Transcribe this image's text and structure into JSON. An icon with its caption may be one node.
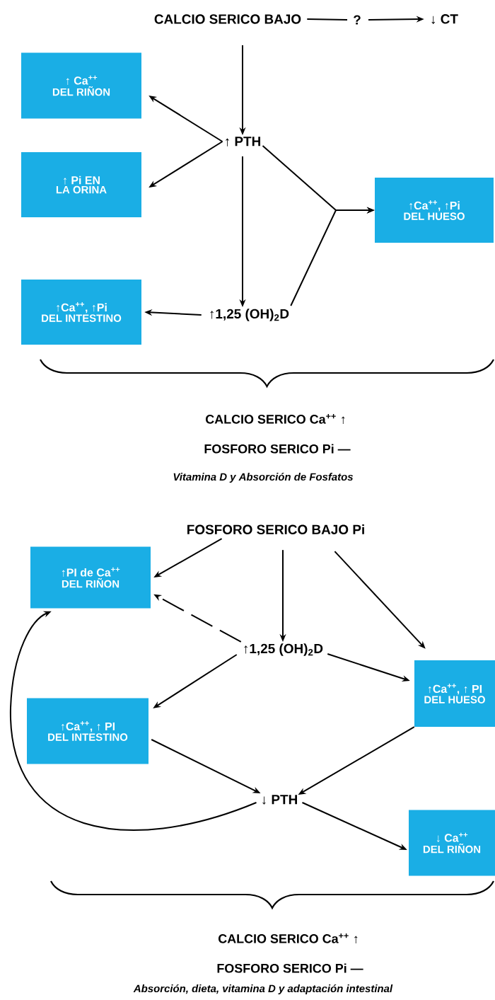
{
  "diagram": {
    "nodes": [
      {
        "text": [
          "CALCIO SERICO BAJO"
        ]
      },
      {
        "text": [
          "?"
        ]
      },
      {
        "text": [
          "↓ CT"
        ]
      },
      {
        "text": [
          "↑ Ca$^{++}$",
          "DEL RIÑON"
        ]
      },
      {
        "text": [
          "↑ PTH"
        ]
      },
      {
        "text": [
          "↑ Pi EN",
          "LA ORINA"
        ]
      },
      {
        "text": [
          "↑Ca$^{++}$, ↑Pi",
          "DEL HUESO"
        ]
      },
      {
        "text": [
          "↑1,25 (OH)$_{2}$D"
        ]
      },
      {
        "text": [
          "↑Ca$^{++}$, ↑Pi",
          "DEL INTESTINO"
        ]
      },
      {
        "text": [
          "FOSFORO SERICO BAJO Pi"
        ]
      },
      {
        "text": [
          "↑PI de Ca$^{++}$",
          "DEL RIÑON"
        ]
      },
      {
        "text": [
          "↑1,25 (OH)$_{2}$D"
        ]
      },
      {
        "text": [
          "↑Ca$^{++}$, ↑ PI",
          "DEL HUESO"
        ]
      },
      {
        "text": [
          "↑Ca$^{++}$, ↑ PI",
          "DEL INTESTINO"
        ]
      },
      {
        "text": [
          "↓ PTH"
        ]
      },
      {
        "text": [
          "↓ Ca$^{++}$",
          "DEL RIÑON"
        ]
      }
    ],
    "edges": [
      {
        "from": 0,
        "to": 1,
        "arrow": "none"
      },
      {
        "from": 1,
        "to": 2,
        "arrow": "to"
      },
      {
        "from": 0,
        "to": 4,
        "arrow": "to"
      },
      {
        "from": 4,
        "to": 3,
        "arrow": "to"
      },
      {
        "from": 4,
        "to": 5,
        "arrow": "to"
      },
      {
        "from": 4,
        "to": 7,
        "arrow": "to"
      },
      {
        "from": 4,
        "to": 6,
        "arrow": "to"
      },
      {
        "from": 7,
        "to": 6,
        "arrow": "to"
      },
      {
        "from": 7,
        "to": 8,
        "arrow": "to"
      },
      {
        "from": 9,
        "to": 10,
        "arrow": "to"
      },
      {
        "from": 9,
        "to": 11,
        "arrow": "to"
      },
      {
        "from": 9,
        "to": 12,
        "arrow": "to"
      },
      {
        "from": 11,
        "to": 10,
        "arrow": "to",
        "style": "dashed"
      },
      {
        "from": 11,
        "to": 13,
        "arrow": "to"
      },
      {
        "from": 11,
        "to": 12,
        "arrow": "to"
      },
      {
        "from": 13,
        "to": 14,
        "arrow": "to"
      },
      {
        "from": 12,
        "to": 14,
        "arrow": "to"
      },
      {
        "from": 14,
        "to": 15,
        "arrow": "to"
      },
      {
        "from": 14,
        "to": 10,
        "arrow": "to"
      }
    ],
    "labels": [
      "CALCIO SERICO Ca$^{++}$ ↑",
      "FOSFORO SERICO Pi —",
      "Vitamina D y Absorción de Fosfatos",
      "CALCIO SERICO Ca$^{++}$ ↑",
      "FOSFORO SERICO Pi —",
      "Absorción, dieta, vitamina D y adaptación intestinal"
    ]
  }
}
